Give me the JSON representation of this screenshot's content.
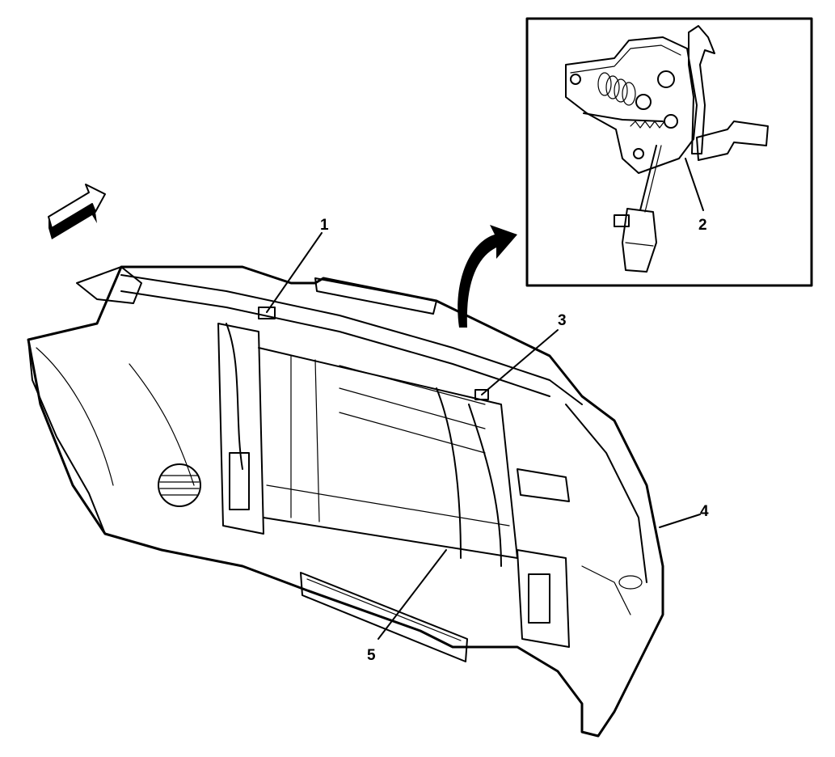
{
  "diagram": {
    "callouts": [
      {
        "id": "1",
        "label": "1"
      },
      {
        "id": "2",
        "label": "2"
      },
      {
        "id": "3",
        "label": "3"
      },
      {
        "id": "4",
        "label": "4"
      },
      {
        "id": "5",
        "label": "5"
      }
    ],
    "inset": {
      "shows": "hood-latch-assembly"
    },
    "direction_arrow": {
      "meaning": "vehicle-forward"
    }
  }
}
